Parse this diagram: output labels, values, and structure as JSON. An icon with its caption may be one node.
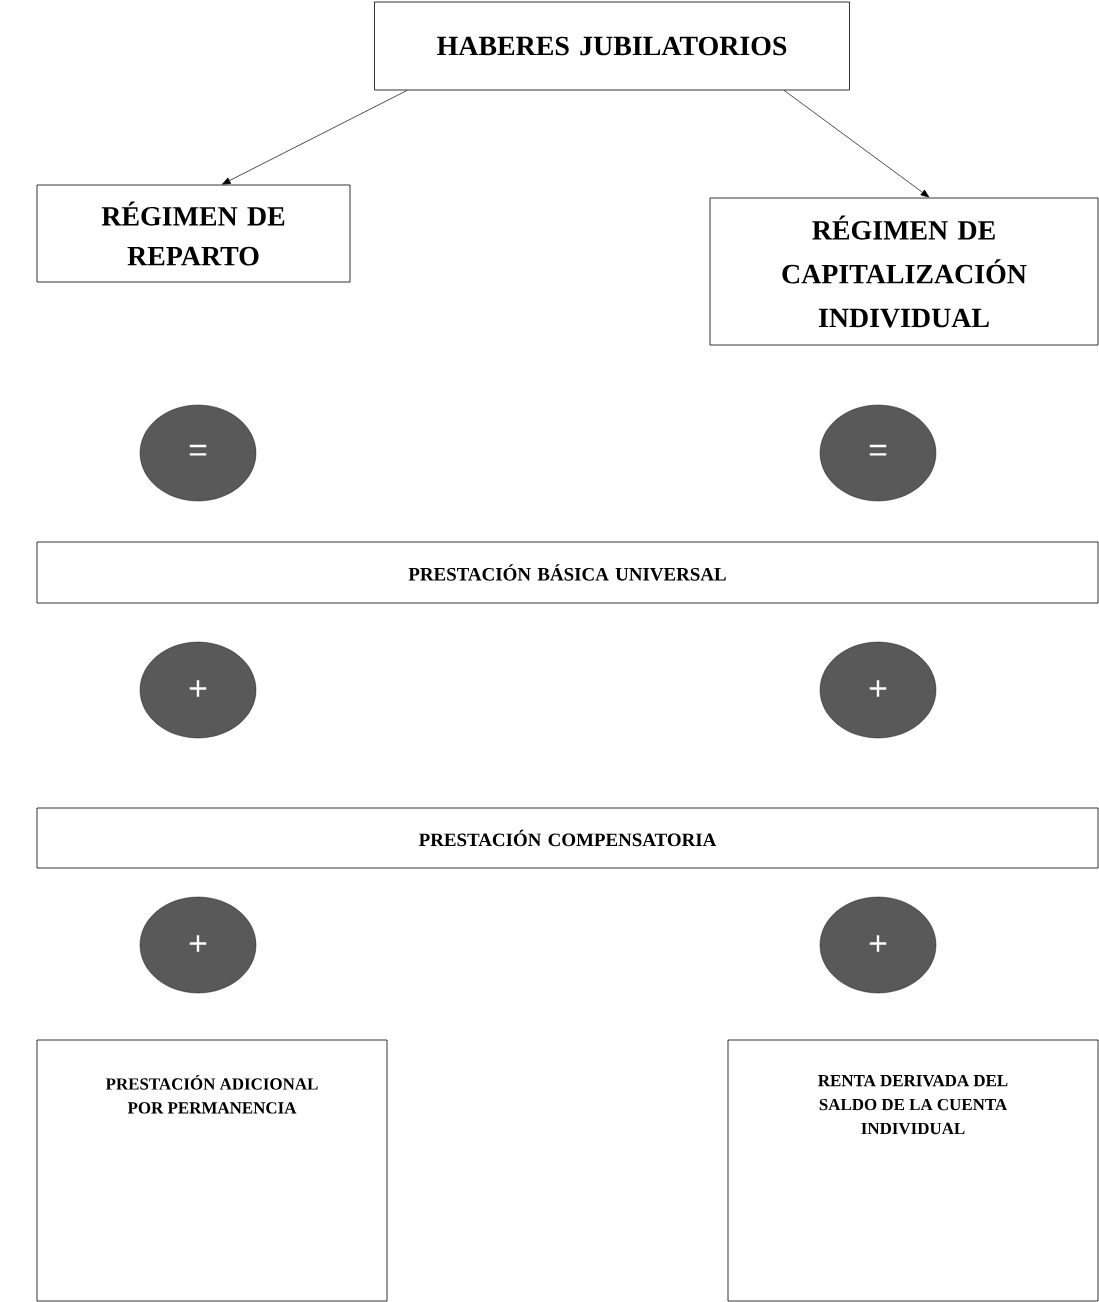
{
  "diagram": {
    "nodes": [
      {
        "text": [
          "HABERES JUBILATORIOS"
        ]
      },
      {
        "text": [
          "RÉGIMEN DE REPARTO"
        ]
      },
      {
        "text": [
          "RÉGIMEN DE CAPITALIZACIÓN INDIVIDUAL"
        ]
      },
      {
        "text": [
          "="
        ]
      },
      {
        "text": [
          "="
        ]
      },
      {
        "text": [
          "PRESTACIÓN BÁSICA UNIVERSAL"
        ]
      },
      {
        "text": [
          "+"
        ]
      },
      {
        "text": [
          "+"
        ]
      },
      {
        "text": [
          "PRESTACIÓN COMPENSATORIA"
        ]
      },
      {
        "text": [
          "+"
        ]
      },
      {
        "text": [
          "+"
        ]
      },
      {
        "text": [
          "PRESTACIÓN ADICIONAL POR PERMANENCIA"
        ]
      },
      {
        "text": [
          "RENTA DERIVADA DEL SALDO DE LA CUENTA INDIVIDUAL"
        ]
      }
    ],
    "edges": [
      {
        "from": 0,
        "to": 1,
        "arrow": "to"
      },
      {
        "from": 0,
        "to": 2,
        "arrow": "to"
      }
    ]
  }
}
